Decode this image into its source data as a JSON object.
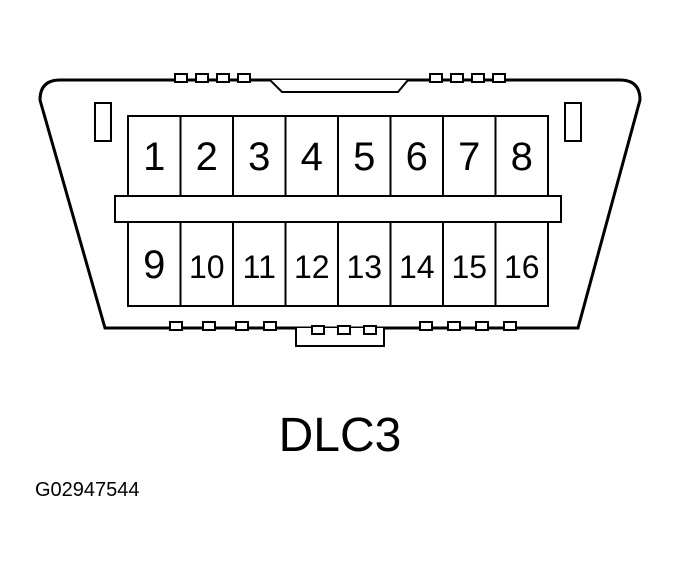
{
  "connector": {
    "name": "DLC3",
    "top_row_pins": [
      "1",
      "2",
      "3",
      "4",
      "5",
      "6",
      "7",
      "8"
    ],
    "bottom_row_pins": [
      "9",
      "10",
      "11",
      "12",
      "13",
      "14",
      "15",
      "16"
    ]
  },
  "figure_code": "G02947544"
}
